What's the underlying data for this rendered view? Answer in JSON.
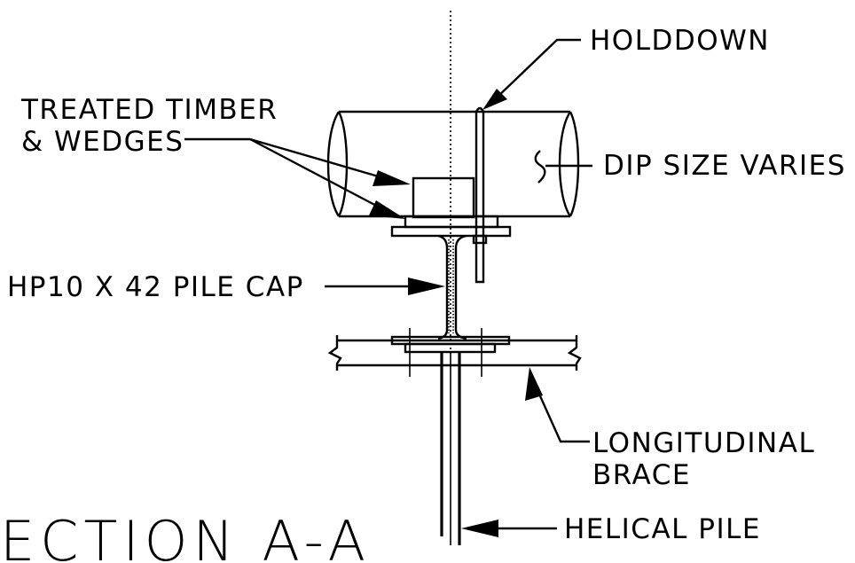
{
  "labels": {
    "holddown": "HOLDDOWN",
    "treated_timber_line1": "TREATED TIMBER",
    "treated_timber_line2": "& WEDGES",
    "dip_size": "DIP SIZE VARIES",
    "pile_cap": "HP10 X 42 PILE CAP",
    "longitudinal_line1": "LONGITUDINAL",
    "longitudinal_line2": "BRACE",
    "helical_pile": "HELICAL PILE",
    "section_title": "ECTION A-A"
  }
}
